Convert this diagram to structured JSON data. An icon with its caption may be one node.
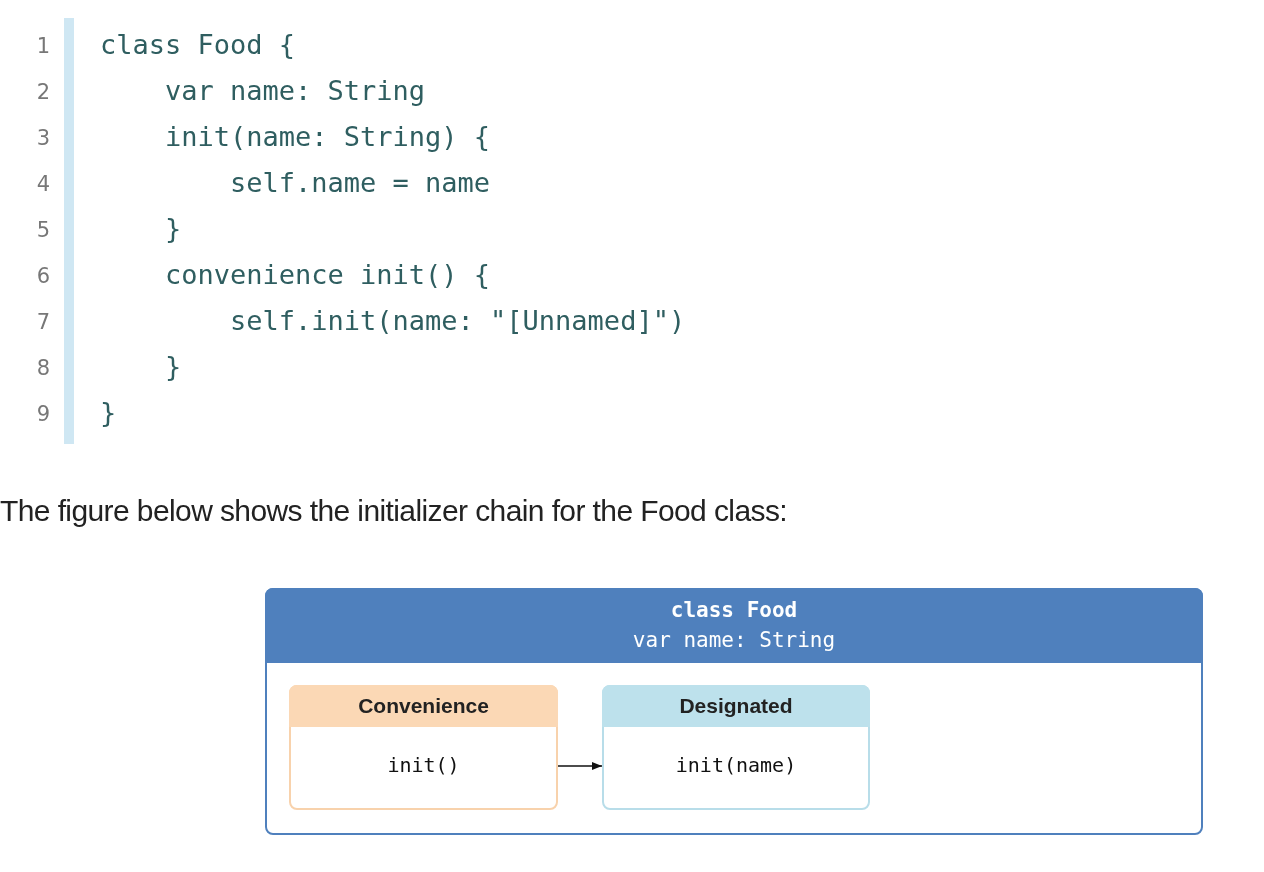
{
  "diagram": {
    "nodes": [
      {
        "text": [
          "class Food",
          "var name: String"
        ]
      },
      {
        "text": [
          "Convenience",
          "init()"
        ],
        "in": 0
      },
      {
        "text": [
          "Designated",
          "init(name)"
        ],
        "in": 0
      }
    ],
    "edges": [
      {
        "from": 1,
        "to": 2,
        "arrow": "to"
      }
    ],
    "labels": [
      "1",
      "class Food {",
      "2",
      "var name: String",
      "3",
      "init(name: String) {",
      "4",
      "self.name = name",
      "5",
      "}",
      "6",
      "convenience init() {",
      "7",
      "self.init(name: \"[Unnamed]\")",
      "8",
      "}",
      "9",
      "}",
      "The figure below shows the initializer chain for the Food class:"
    ]
  }
}
